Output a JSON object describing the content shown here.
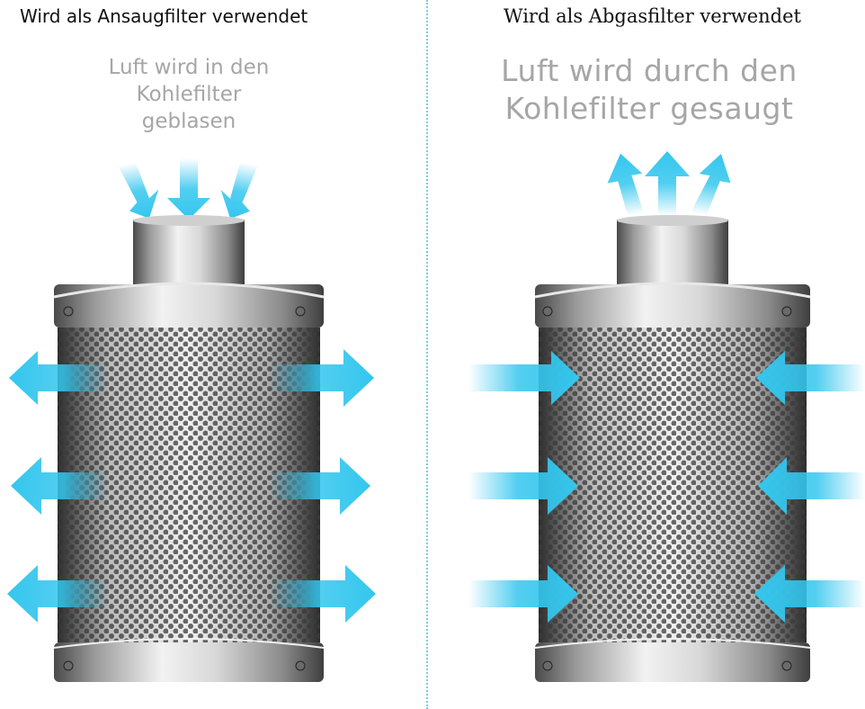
{
  "panels": {
    "left": {
      "heading": "Wird als Ansaugfilter verwendet",
      "caption_lines": [
        "Luft wird in den",
        "Kohlefilter",
        "geblasen"
      ],
      "airflow": "into-filter-from-top, outward-through-mesh"
    },
    "right": {
      "heading": "Wird als Abgasfilter verwendet",
      "caption_lines": [
        "Luft wird durch den",
        "Kohlefilter gesaugt"
      ],
      "airflow": "inward-through-mesh, out-of-filter-top"
    }
  },
  "colors": {
    "arrow": "#34c6ee",
    "divider": "#7ccbe0",
    "caption": "#a6a6a6",
    "metal_light": "#e6e6e6",
    "metal_dark": "#5a5a5a",
    "mesh_hole": "#3a3a3a"
  },
  "icons": [
    "airflow-arrow-icon",
    "mesh-filter-cylinder-icon",
    "screw-icon"
  ]
}
